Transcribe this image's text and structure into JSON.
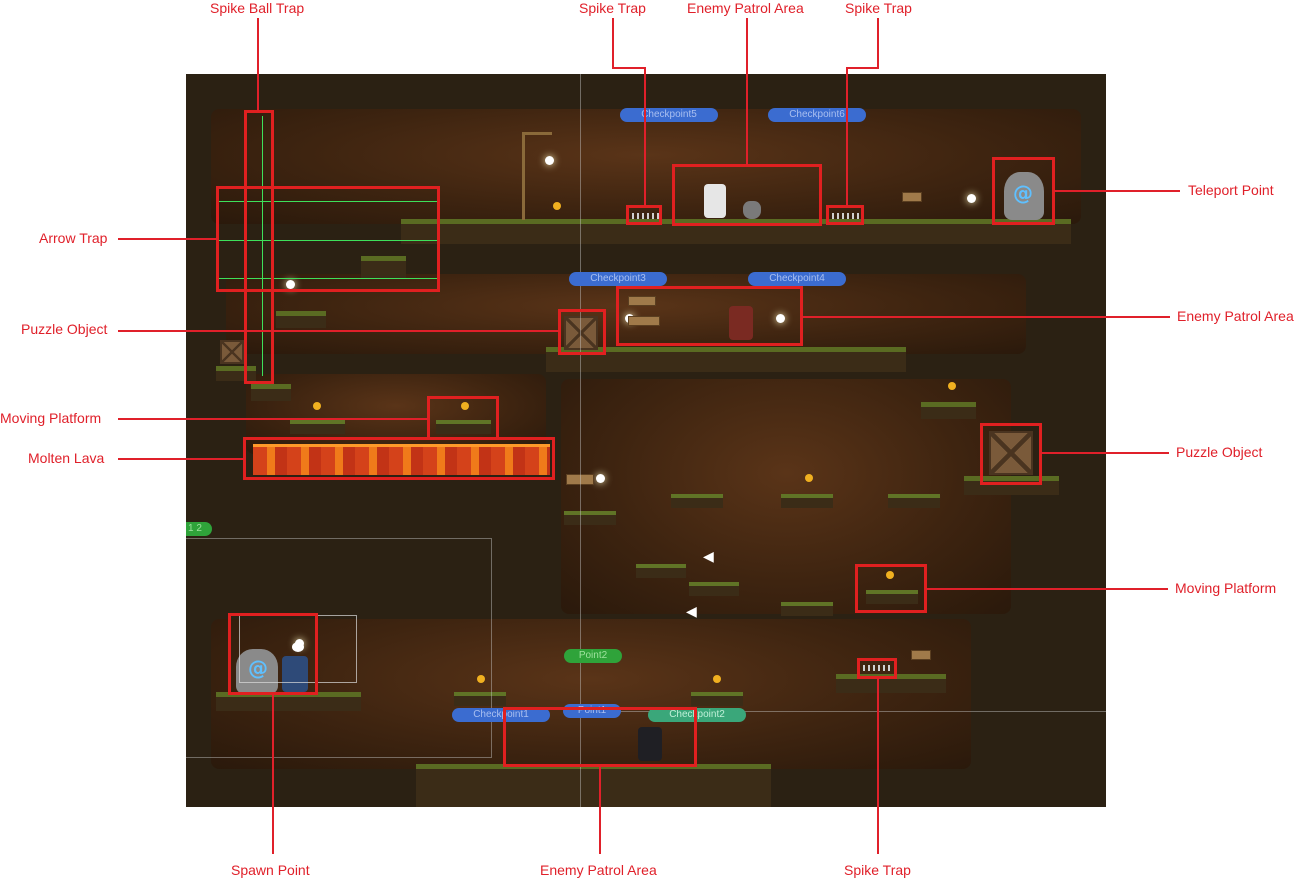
{
  "labels": {
    "spike_ball_trap": "Spike Ball Trap",
    "spike_trap_top_left": "Spike Trap",
    "enemy_patrol_area_top": "Enemy Patrol Area",
    "spike_trap_top_right": "Spike Trap",
    "teleport_point": "Teleport Point",
    "arrow_trap": "Arrow Trap",
    "puzzle_object_left": "Puzzle Object",
    "enemy_patrol_area_mid": "Enemy Patrol Area",
    "moving_platform_left": "Moving Platform",
    "molten_lava": "Molten Lava",
    "puzzle_object_right": "Puzzle Object",
    "moving_platform_right": "Moving Platform",
    "spawn_point": "Spawn Point",
    "enemy_patrol_area_bottom": "Enemy Patrol Area",
    "spike_trap_bottom": "Spike Trap"
  },
  "checkpoints": {
    "cp5": "Checkpoint5",
    "cp6_top": "Checkpoint6",
    "cp3": "Checkpoint3",
    "cp4": "Checkpoint4",
    "cp1": "Checkpoint1",
    "cp2": "Checkpoint2",
    "point1": "Point1",
    "point2": "Point2",
    "marker_left": "1 2"
  },
  "colors": {
    "annotation_red": "#e02020",
    "checkpoint_blue": "#3b6cd0",
    "point_green": "#2fa33a",
    "lava_orange": "#f07a1a",
    "cave_brown": "#3b2c17",
    "grass_green": "#5a6b22"
  },
  "icons": [
    "spawn-portal-icon",
    "teleport-portal-icon",
    "crate-icon",
    "coin-icon",
    "lamp-icon",
    "speaker-icon",
    "knight-icon",
    "skeleton-icon",
    "bandit-icon",
    "ninja-icon"
  ]
}
